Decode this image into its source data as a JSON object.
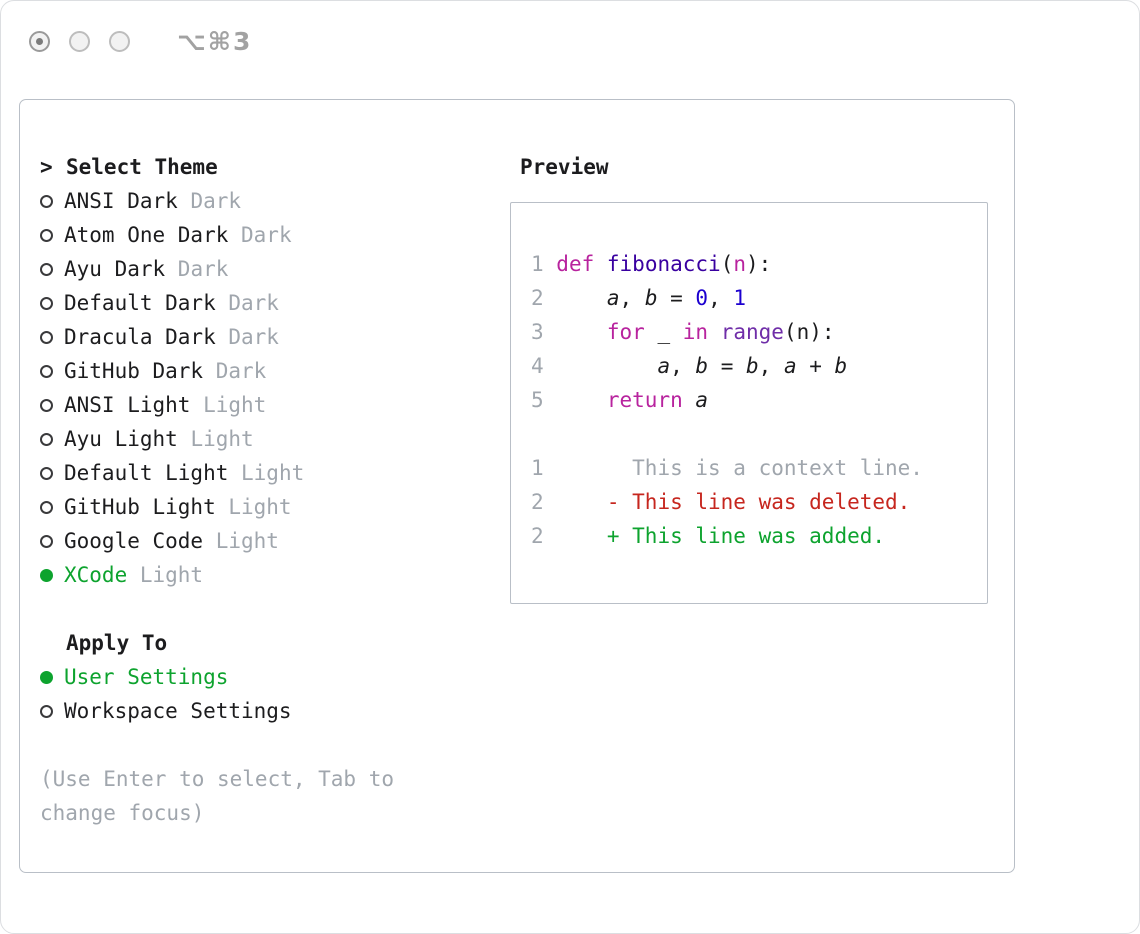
{
  "window": {
    "shortcut_label": "⌥⌘3"
  },
  "theme_panel": {
    "cursor": ">",
    "title": "Select Theme",
    "items": [
      {
        "name": "ANSI Dark",
        "variant": "Dark",
        "selected": false
      },
      {
        "name": "Atom One Dark",
        "variant": "Dark",
        "selected": false
      },
      {
        "name": "Ayu Dark",
        "variant": "Dark",
        "selected": false
      },
      {
        "name": "Default Dark",
        "variant": "Dark",
        "selected": false
      },
      {
        "name": "Dracula Dark",
        "variant": "Dark",
        "selected": false
      },
      {
        "name": "GitHub Dark",
        "variant": "Dark",
        "selected": false
      },
      {
        "name": "ANSI Light",
        "variant": "Light",
        "selected": false
      },
      {
        "name": "Ayu Light",
        "variant": "Light",
        "selected": false
      },
      {
        "name": "Default Light",
        "variant": "Light",
        "selected": false
      },
      {
        "name": "GitHub Light",
        "variant": "Light",
        "selected": false
      },
      {
        "name": "Google Code",
        "variant": "Light",
        "selected": false
      },
      {
        "name": "XCode",
        "variant": "Light",
        "selected": true
      }
    ]
  },
  "apply_panel": {
    "title": "Apply To",
    "options": [
      {
        "label": "User Settings",
        "selected": true
      },
      {
        "label": "Workspace Settings",
        "selected": false
      }
    ]
  },
  "hint_text": "(Use Enter to select, Tab to change focus)",
  "preview_panel": {
    "title": "Preview",
    "lines": [
      {
        "tokens": [
          {
            "t": "1 ",
            "c": "ln"
          },
          {
            "t": "def",
            "c": "kw"
          },
          {
            "t": " ",
            "c": "pl"
          },
          {
            "t": "fibonacci",
            "c": "fn"
          },
          {
            "t": "(",
            "c": "pl"
          },
          {
            "t": "n",
            "c": "kw"
          },
          {
            "t": "):",
            "c": "pl"
          }
        ]
      },
      {
        "tokens": [
          {
            "t": "2 ",
            "c": "ln"
          },
          {
            "t": "    ",
            "c": "pl"
          },
          {
            "t": "a",
            "c": "va"
          },
          {
            "t": ", ",
            "c": "pl"
          },
          {
            "t": "b",
            "c": "va"
          },
          {
            "t": " = ",
            "c": "pl"
          },
          {
            "t": "0",
            "c": "nu"
          },
          {
            "t": ", ",
            "c": "pl"
          },
          {
            "t": "1",
            "c": "nu"
          }
        ]
      },
      {
        "tokens": [
          {
            "t": "3 ",
            "c": "ln"
          },
          {
            "t": "    ",
            "c": "pl"
          },
          {
            "t": "for",
            "c": "kw"
          },
          {
            "t": " ",
            "c": "pl"
          },
          {
            "t": "_",
            "c": "pl"
          },
          {
            "t": " ",
            "c": "pl"
          },
          {
            "t": "in",
            "c": "kw"
          },
          {
            "t": " ",
            "c": "pl"
          },
          {
            "t": "range",
            "c": "bi"
          },
          {
            "t": "(n):",
            "c": "pl"
          }
        ]
      },
      {
        "tokens": [
          {
            "t": "4 ",
            "c": "ln"
          },
          {
            "t": "        ",
            "c": "pl"
          },
          {
            "t": "a",
            "c": "va"
          },
          {
            "t": ", ",
            "c": "pl"
          },
          {
            "t": "b",
            "c": "va"
          },
          {
            "t": " = ",
            "c": "pl"
          },
          {
            "t": "b",
            "c": "va"
          },
          {
            "t": ", ",
            "c": "pl"
          },
          {
            "t": "a",
            "c": "va"
          },
          {
            "t": " + ",
            "c": "pl"
          },
          {
            "t": "b",
            "c": "va"
          }
        ]
      },
      {
        "tokens": [
          {
            "t": "5 ",
            "c": "ln"
          },
          {
            "t": "    ",
            "c": "pl"
          },
          {
            "t": "return",
            "c": "kw"
          },
          {
            "t": " ",
            "c": "pl"
          },
          {
            "t": "a",
            "c": "va"
          }
        ]
      },
      {
        "tokens": []
      },
      {
        "tokens": [
          {
            "t": "1 ",
            "c": "ln"
          },
          {
            "t": "      This is a context line.",
            "c": "ctx"
          }
        ]
      },
      {
        "tokens": [
          {
            "t": "2 ",
            "c": "ln"
          },
          {
            "t": "    - This line was deleted.",
            "c": "del"
          }
        ]
      },
      {
        "tokens": [
          {
            "t": "2 ",
            "c": "ln"
          },
          {
            "t": "    + This line was added.",
            "c": "add"
          }
        ]
      }
    ]
  },
  "colors": {
    "text": "#1c1c1e",
    "gray": "#a0a6ad",
    "green": "#0da32e",
    "keyword": "#b8239e",
    "function": "#3900a0",
    "number": "#1c00cf",
    "builtin": "#6f2da8",
    "red": "#c6261e",
    "border": "#b9bfc7",
    "titlebar_gray": "#a2a2a2"
  }
}
